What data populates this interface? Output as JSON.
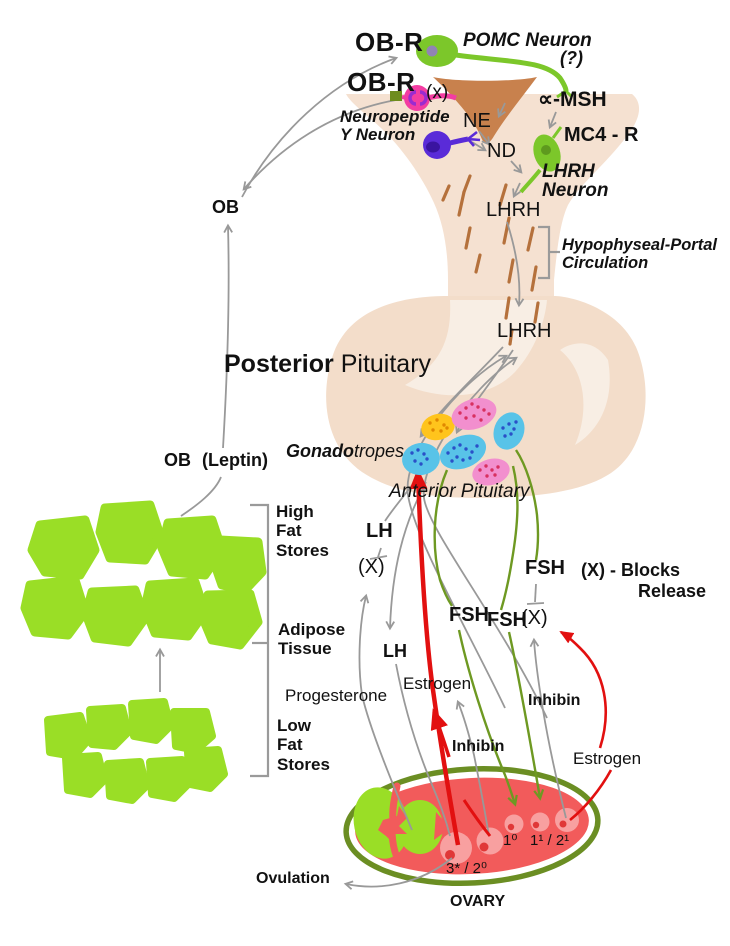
{
  "labels": {
    "ob_r_pomc": "OB-R",
    "pomc_neuron": "POMC Neuron",
    "question_mark": "(?)",
    "ob_r_npy": "OB-R",
    "npy_line1": "Neuropeptide",
    "npy_line2": "Y Neuron",
    "x_small": "(x)",
    "ne": "NE",
    "nd": "ND",
    "amsh": "∝-MSH",
    "mc4r": "MC4 - R",
    "lhrh_neuron1": "LHRH",
    "lhrh_neuron2": "Neuron",
    "lhrh_upper": "LHRH",
    "portal1": "Hypophyseal-Portal",
    "portal2": "Circulation",
    "lhrh_lower": "LHRH",
    "ob_top": "OB",
    "posterior": "Posterior",
    "pituitary_word": " Pituitary",
    "gonado": "Gonado",
    "tropes": "tropes",
    "anterior_pituitary": "Anterior Pituitary",
    "ob_leptin_ob": "OB",
    "ob_leptin": "(Leptin)",
    "high_fat_stores": "High\nFat\nStores",
    "adipose_tissue": "Adipose\nTissue",
    "low_fat_stores": "Low\nFat\nStores",
    "progesterone": "Progesterone",
    "lh_upper": "LH",
    "lh_x": "(X)",
    "lh_lower": "LH",
    "estrogen_left": "Estrogen",
    "fsh_left": "FSH",
    "fsh_mid": "FSH",
    "fsh_x": "(X)",
    "fsh_upper": "FSH",
    "legend_line1": "(X) - Blocks",
    "legend_line2": "Release",
    "inhibin_left": "Inhibin",
    "inhibin_right": "Inhibin",
    "estrogen_right": "Estrogen",
    "ovulation": "Ovulation",
    "follicle_primary": "1⁰",
    "follicle_mixed": "1¹ / 2¹",
    "follicle_mature": "3* / 2⁰",
    "ovary": "OVARY"
  },
  "colors": {
    "hypothalamus_tissue": "#F5E1D1",
    "pituitary_gland": "#F3DDCA",
    "pituitary_inner": "#F8EEE4",
    "median_eminence_brown": "#C8814D",
    "portal_dash_brown": "#B5713C",
    "arrow_gray": "#999999",
    "hormone_line_green": "#6E9922",
    "signal_red": "#E21010",
    "neuron_green": "#7CC72A",
    "npy_pink": "#F33CA2",
    "npy_nucleus_purple": "#9A2BD0",
    "purple_neuron": "#5A2BD8",
    "adipose_green": "#9ADE26",
    "ovary_red": "#F25B5B",
    "ovary_outline_olive": "#6B8E23",
    "follicle_pink": "#F8A0A0",
    "follicle_dot_red": "#E03838",
    "gonadotrope_blue": "#58C3E8",
    "gonadotrope_pink": "#F28FCE",
    "gonadotrope_yellow": "#FFC41C"
  }
}
